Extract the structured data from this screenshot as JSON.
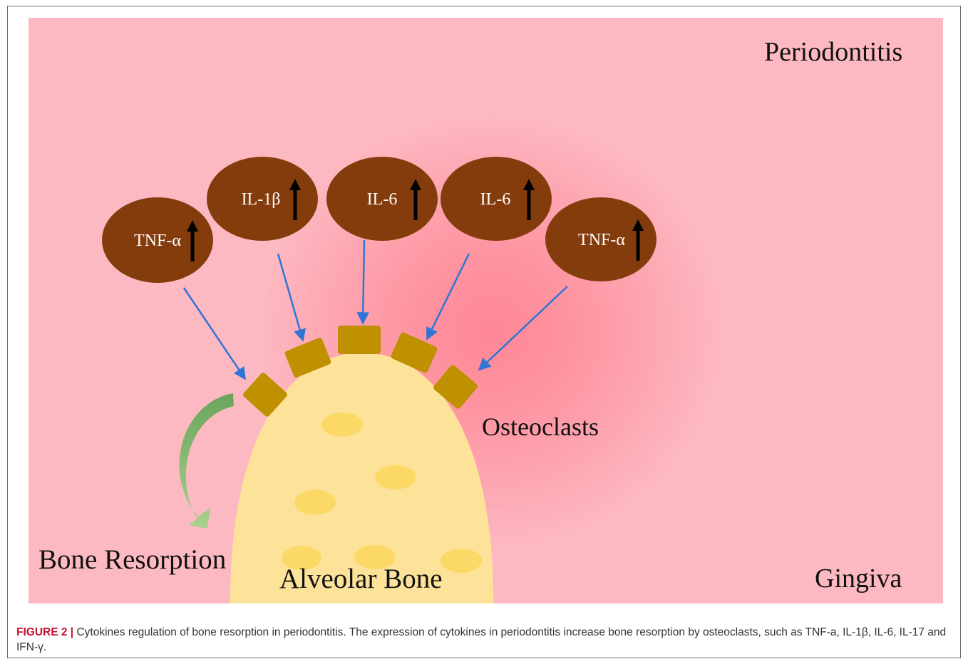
{
  "figure": {
    "panel": {
      "title": "Periodontitis",
      "tissue_label": "Gingiva",
      "bone_label": "Alveolar Bone",
      "osteoclast_label": "Osteoclasts",
      "process_label": "Bone Resorption"
    },
    "cytokines": [
      {
        "label": "TNF-α",
        "trend": "up"
      },
      {
        "label": "IL-1β",
        "trend": "up"
      },
      {
        "label": "IL-6",
        "trend": "up"
      },
      {
        "label": "IL-6",
        "trend": "up"
      },
      {
        "label": "TNF-α",
        "trend": "up"
      }
    ],
    "colors": {
      "background": "#fdb9c1",
      "inflamed_center": "#ff8796",
      "cytokine": "#843c0c",
      "osteoclast": "#bf9000",
      "bone": "#fde399",
      "bone_spots": "#fcd966",
      "arrow": "#2e75d6",
      "resorption_arrow_start": "#6aa45a",
      "resorption_arrow_end": "#a9d18e"
    },
    "caption": {
      "label": "FIGURE 2 |",
      "text": "Cytokines regulation of bone resorption in periodontitis. The expression of cytokines in periodontitis increase bone resorption by osteoclasts, such as TNF-a, IL-1β, IL-6, IL-17 and IFN-γ."
    }
  }
}
